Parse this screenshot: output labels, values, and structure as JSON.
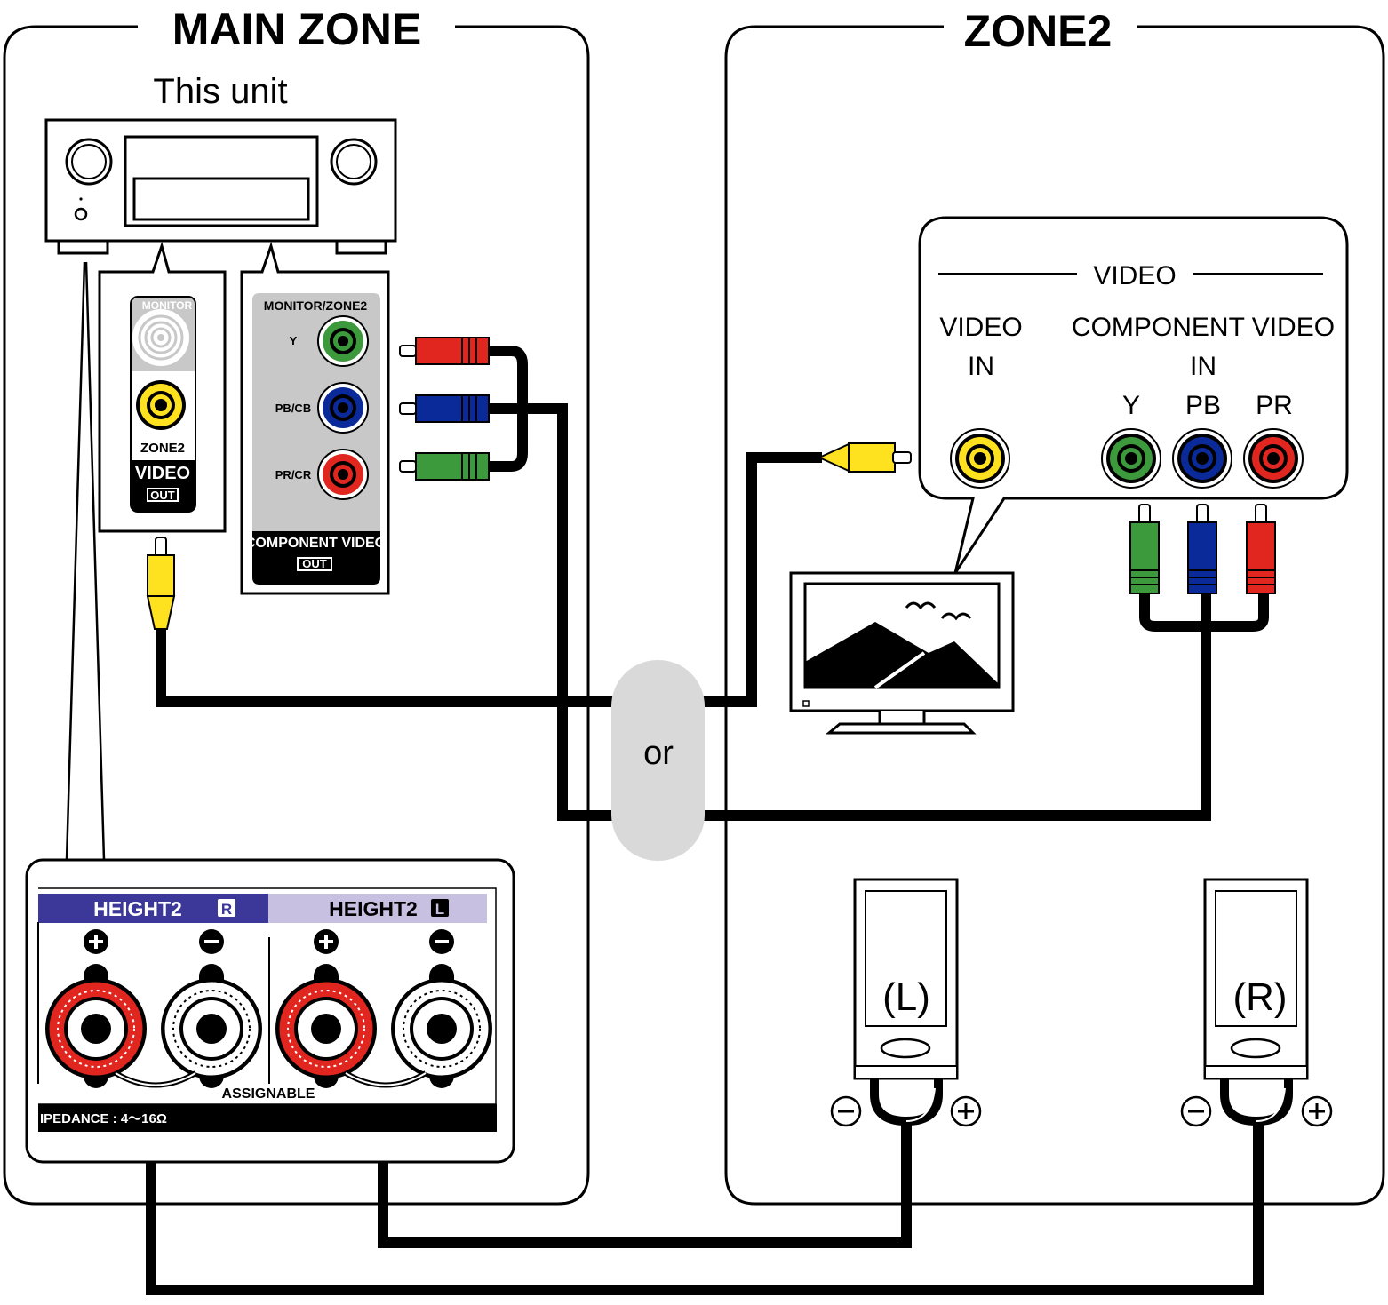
{
  "zones": {
    "main_zone": "MAIN ZONE",
    "zone2": "ZONE2"
  },
  "unit_label": "This unit",
  "separator": "or",
  "main_video_panel": {
    "monitor": "MONITOR",
    "zone2": "ZONE2",
    "video": "VIDEO",
    "out": "OUT"
  },
  "component_panel": {
    "title": "MONITOR/ZONE2",
    "y": "Y",
    "pb_cb": "PB/CB",
    "pr_cr": "PR/CR",
    "label": "COMPONENT VIDEO",
    "out": "OUT"
  },
  "speaker_panel": {
    "right_channel": "HEIGHT2",
    "right_mark": "R",
    "left_channel": "HEIGHT2",
    "left_mark": "L",
    "assignable": "ASSIGNABLE",
    "impedance": "IPEDANCE : 4～16Ω"
  },
  "tv_panel": {
    "header": "VIDEO",
    "video_in_1": "VIDEO",
    "video_in_2": "IN",
    "component_1": "COMPONENT VIDEO",
    "component_2": "IN",
    "y": "Y",
    "pb": "PB",
    "pr": "PR"
  },
  "speakers": {
    "left": "(L)",
    "right": "(R)"
  },
  "colors": {
    "composite_yellow": "#FFE21F",
    "component_green": "#3C9A3C",
    "component_blue": "#0B2A9A",
    "component_red": "#E0261E",
    "height_r_bar": "#3B3899",
    "height_l_bar": "#C7C0E0",
    "or_badge": "#D9D9D9"
  }
}
